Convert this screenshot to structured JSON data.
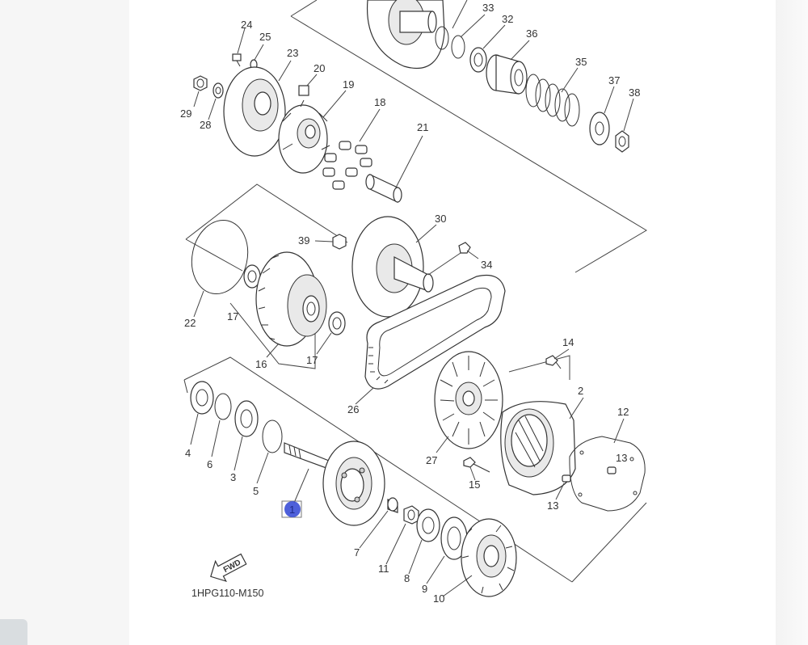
{
  "diagram": {
    "code": "1HPG110-M150",
    "fwd_label": "FWD",
    "selected_part": "1",
    "highlight_color": "#3b4fd6",
    "part_labels": [
      "24",
      "25",
      "23",
      "20",
      "19",
      "29",
      "28",
      "18",
      "21",
      "33",
      "32",
      "36",
      "35",
      "37",
      "38",
      "30",
      "39",
      "34",
      "22",
      "17",
      "16",
      "17",
      "26",
      "14",
      "2",
      "12",
      "13",
      "13",
      "27",
      "15",
      "4",
      "6",
      "3",
      "5",
      "1",
      "7",
      "11",
      "8",
      "9",
      "10"
    ]
  }
}
